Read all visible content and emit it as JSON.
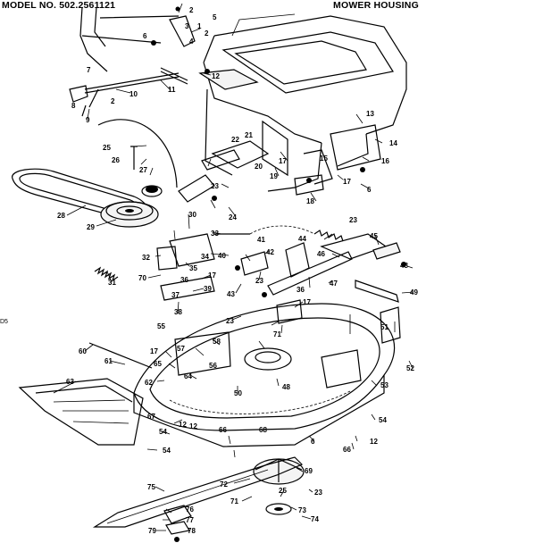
{
  "header": {
    "model_number": "MODEL NO. 502.2561121",
    "section_title": "MOWER HOUSING",
    "side_ref": "D5"
  },
  "colors": {
    "ink": "#000000",
    "paper": "#ffffff"
  },
  "callouts": [
    {
      "id": "c1",
      "text": "2"
    },
    {
      "id": "c2",
      "text": "3"
    },
    {
      "id": "c3",
      "text": "1"
    },
    {
      "id": "c4",
      "text": "2"
    },
    {
      "id": "c5",
      "text": "4"
    },
    {
      "id": "c6",
      "text": "5"
    },
    {
      "id": "c7",
      "text": "6"
    },
    {
      "id": "c8",
      "text": "7"
    },
    {
      "id": "c9",
      "text": "8"
    },
    {
      "id": "c10",
      "text": "10"
    },
    {
      "id": "c11",
      "text": "11"
    },
    {
      "id": "c12",
      "text": "12"
    },
    {
      "id": "c13",
      "text": "9"
    },
    {
      "id": "c14",
      "text": "2"
    },
    {
      "id": "c15",
      "text": "13"
    },
    {
      "id": "c16",
      "text": "14"
    },
    {
      "id": "c17",
      "text": "15"
    },
    {
      "id": "c18",
      "text": "16"
    },
    {
      "id": "c19",
      "text": "17"
    },
    {
      "id": "c20",
      "text": "6"
    },
    {
      "id": "c21",
      "text": "18"
    },
    {
      "id": "c22",
      "text": "19"
    },
    {
      "id": "c23",
      "text": "20"
    },
    {
      "id": "c24",
      "text": "21"
    },
    {
      "id": "c25",
      "text": "22"
    },
    {
      "id": "c26",
      "text": "17"
    },
    {
      "id": "c27",
      "text": "23"
    },
    {
      "id": "c28",
      "text": "24"
    },
    {
      "id": "c29",
      "text": "25"
    },
    {
      "id": "c30",
      "text": "26"
    },
    {
      "id": "c31",
      "text": "27"
    },
    {
      "id": "c32",
      "text": "28"
    },
    {
      "id": "c33",
      "text": "29"
    },
    {
      "id": "c34",
      "text": "30"
    },
    {
      "id": "c35",
      "text": "31"
    },
    {
      "id": "c36",
      "text": "32"
    },
    {
      "id": "c37",
      "text": "33"
    },
    {
      "id": "c38",
      "text": "34"
    },
    {
      "id": "c39",
      "text": "35"
    },
    {
      "id": "c40",
      "text": "17"
    },
    {
      "id": "c41",
      "text": "36"
    },
    {
      "id": "c42",
      "text": "37"
    },
    {
      "id": "c43",
      "text": "38"
    },
    {
      "id": "c44",
      "text": "39"
    },
    {
      "id": "c45",
      "text": "70"
    },
    {
      "id": "c46",
      "text": "40"
    },
    {
      "id": "c47",
      "text": "41"
    },
    {
      "id": "c48",
      "text": "42"
    },
    {
      "id": "c49",
      "text": "43"
    },
    {
      "id": "c50",
      "text": "44"
    },
    {
      "id": "c51",
      "text": "45"
    },
    {
      "id": "c52",
      "text": "46"
    },
    {
      "id": "c53",
      "text": "23"
    },
    {
      "id": "c54",
      "text": "47"
    },
    {
      "id": "c55",
      "text": "48"
    },
    {
      "id": "c56",
      "text": "49"
    },
    {
      "id": "c57",
      "text": "23"
    },
    {
      "id": "c58",
      "text": "36"
    },
    {
      "id": "c59",
      "text": "17"
    },
    {
      "id": "c60",
      "text": "55"
    },
    {
      "id": "c61",
      "text": "23"
    },
    {
      "id": "c62",
      "text": "51"
    },
    {
      "id": "c63",
      "text": "71"
    },
    {
      "id": "c64",
      "text": "60"
    },
    {
      "id": "c65",
      "text": "61"
    },
    {
      "id": "c66",
      "text": "58"
    },
    {
      "id": "c67",
      "text": "57"
    },
    {
      "id": "c68",
      "text": "56"
    },
    {
      "id": "c69",
      "text": "17"
    },
    {
      "id": "c70",
      "text": "65"
    },
    {
      "id": "c71",
      "text": "64"
    },
    {
      "id": "c72",
      "text": "62"
    },
    {
      "id": "c73",
      "text": "63"
    },
    {
      "id": "c74",
      "text": "52"
    },
    {
      "id": "c75",
      "text": "53"
    },
    {
      "id": "c76",
      "text": "48"
    },
    {
      "id": "c77",
      "text": "50"
    },
    {
      "id": "c78",
      "text": "67"
    },
    {
      "id": "c79",
      "text": "12"
    },
    {
      "id": "c80",
      "text": "54"
    },
    {
      "id": "c81",
      "text": "68"
    },
    {
      "id": "c82",
      "text": "54"
    },
    {
      "id": "c83",
      "text": "66"
    },
    {
      "id": "c84",
      "text": "69"
    },
    {
      "id": "c85",
      "text": "72"
    },
    {
      "id": "c86",
      "text": "71"
    },
    {
      "id": "c87",
      "text": "25"
    },
    {
      "id": "c88",
      "text": "23"
    },
    {
      "id": "c89",
      "text": "73"
    },
    {
      "id": "c90",
      "text": "74"
    },
    {
      "id": "c91",
      "text": "75"
    },
    {
      "id": "c92",
      "text": "76"
    },
    {
      "id": "c93",
      "text": "77"
    },
    {
      "id": "c94",
      "text": "78"
    },
    {
      "id": "c95",
      "text": "79"
    },
    {
      "id": "c96",
      "text": "6"
    },
    {
      "id": "c97",
      "text": "12"
    },
    {
      "id": "c98",
      "text": "66"
    },
    {
      "id": "c99",
      "text": "12"
    },
    {
      "id": "c100",
      "text": "54"
    }
  ]
}
